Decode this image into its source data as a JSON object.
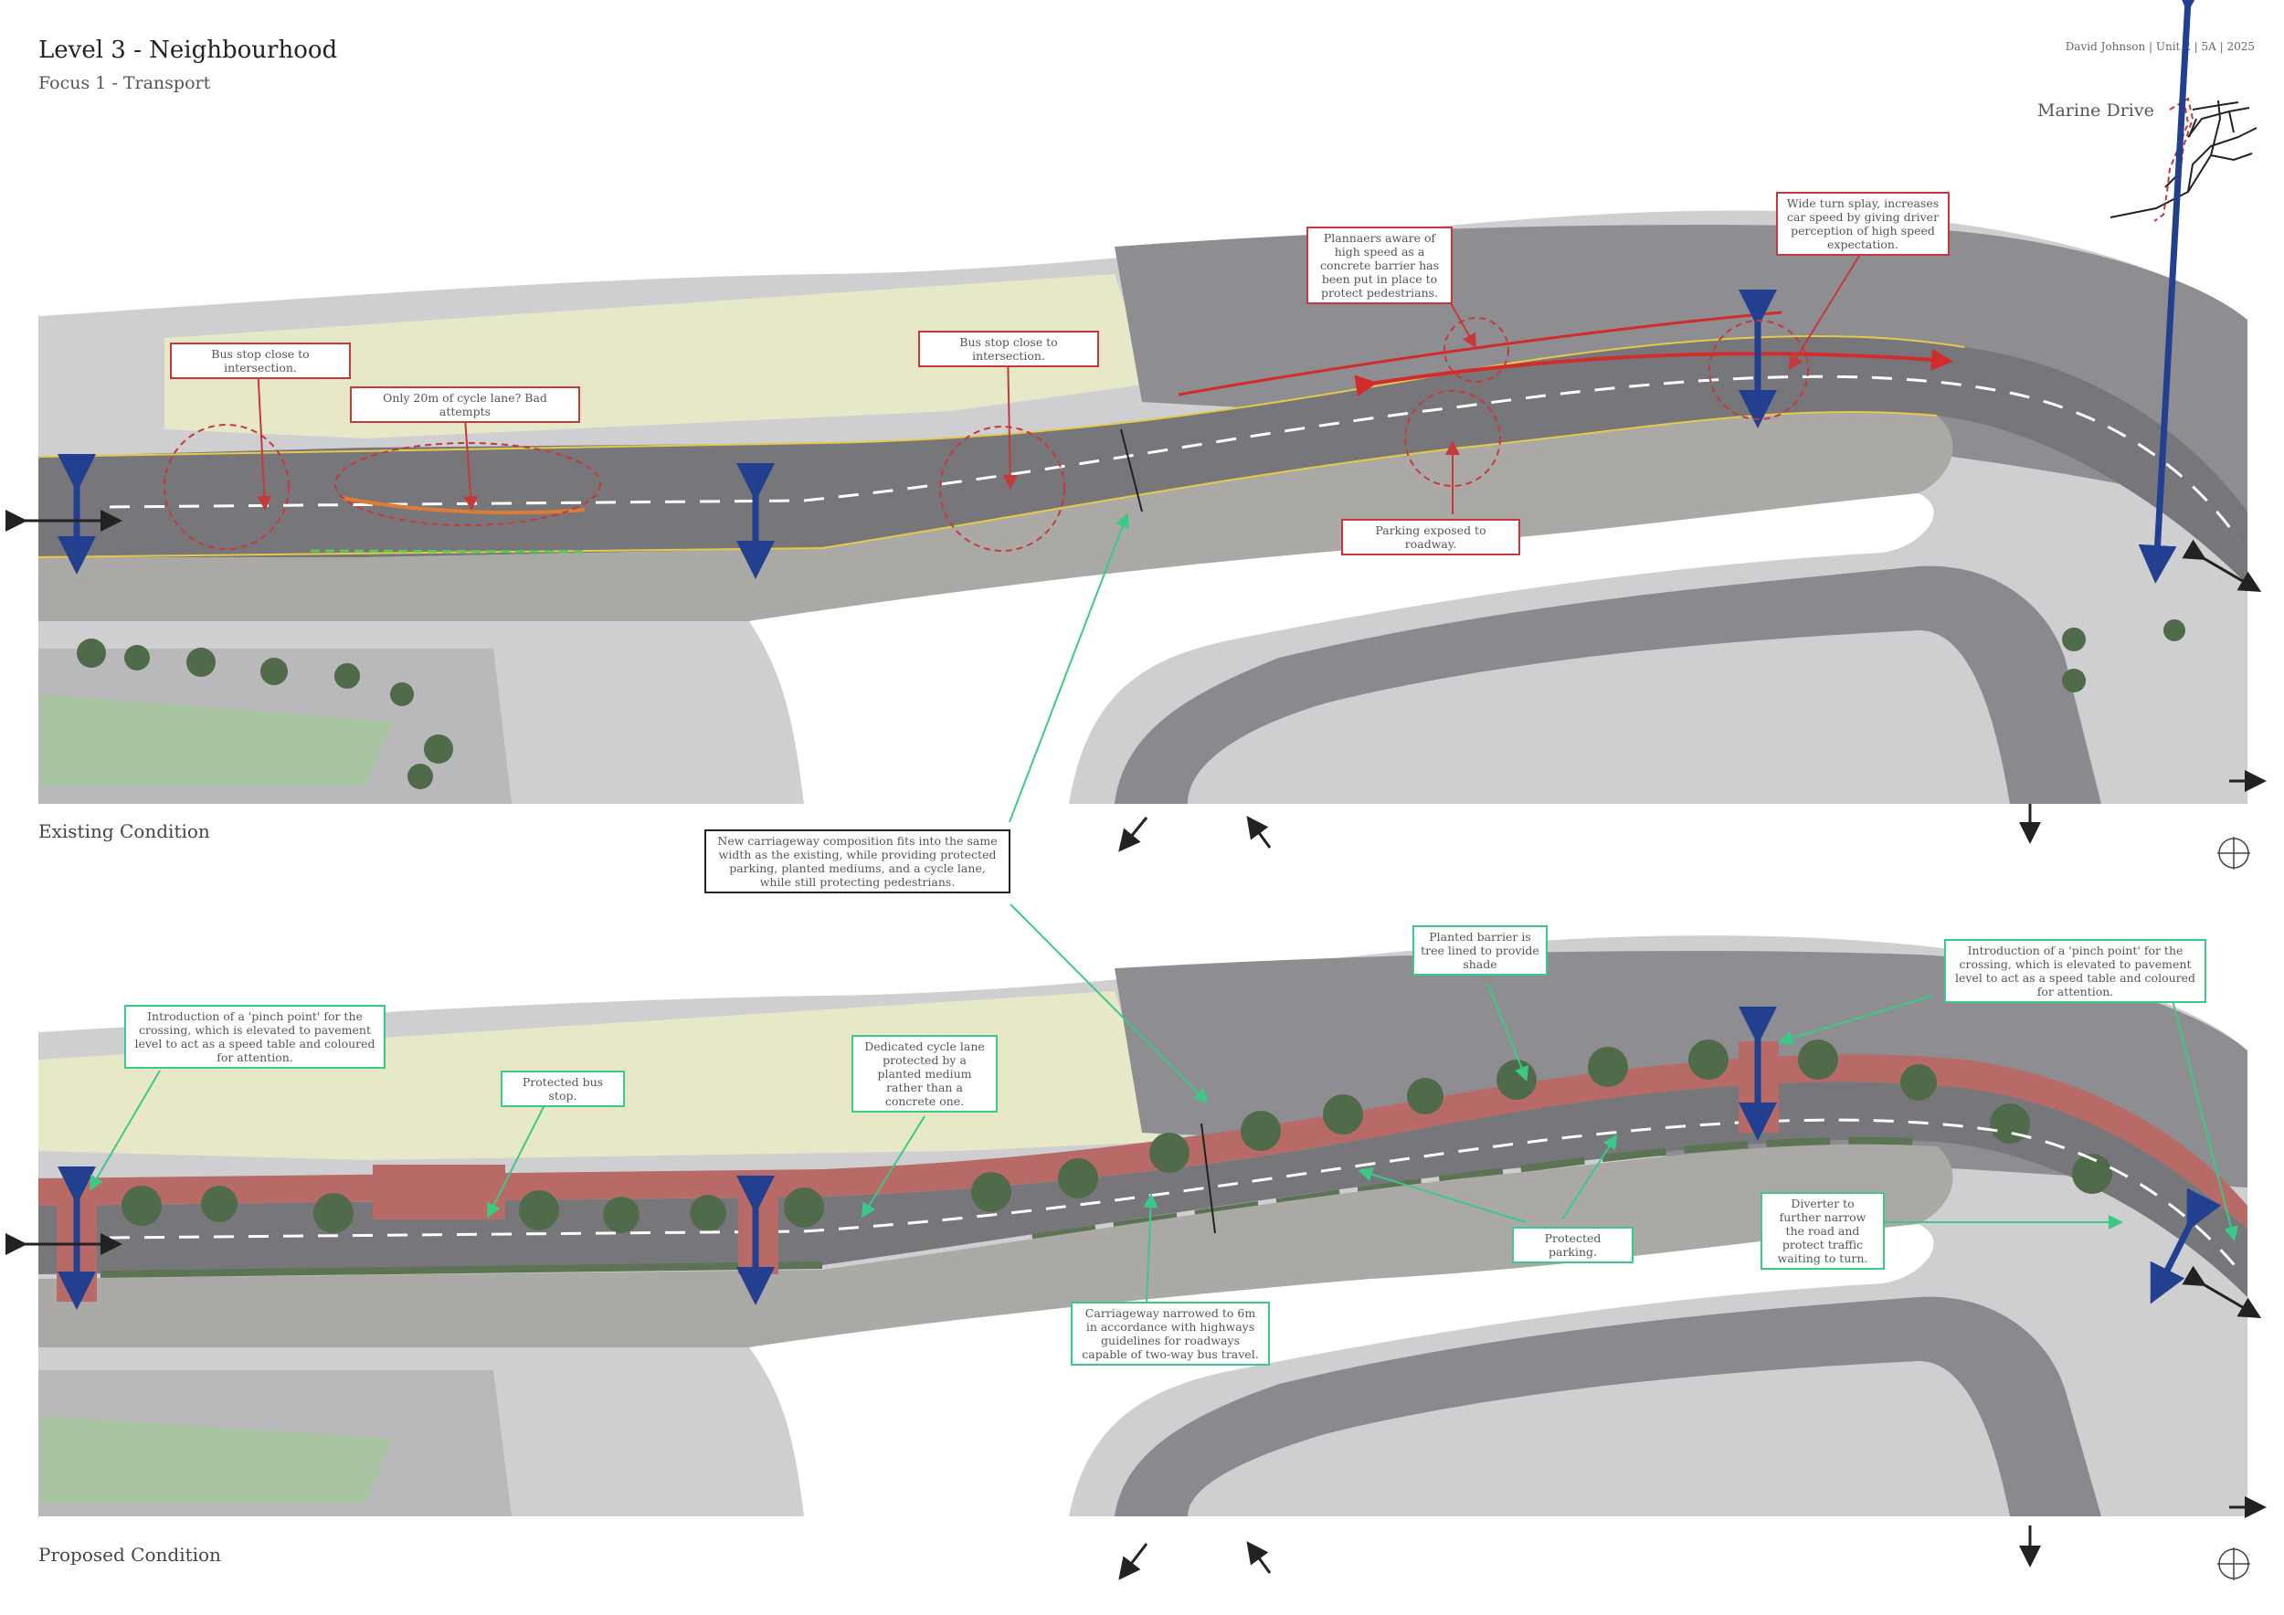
{
  "header": {
    "title": "Level 3 - Neighbourhood",
    "subtitle": "Focus 1 - Transport",
    "credits": "David Johnson  |  Unit 2  |  5A  |  2025"
  },
  "minimap": {
    "label": "Marine Drive"
  },
  "plans": {
    "existing_label": "Existing Condition",
    "proposed_label": "Proposed Condition"
  },
  "annotations_existing": {
    "bus_stop_1": "Bus stop close to intersection.",
    "cycle_lane": "Only 20m of cycle lane? Bad attempts",
    "bus_stop_2": "Bus stop close to intersection.",
    "concrete_barrier": "Plannaers aware of high speed as a concrete barrier has been put in place to protect pedestrians.",
    "turn_splay": "Wide turn splay, increases car speed by giving driver perception of high speed expectation.",
    "parking_exposed": "Parking exposed to roadway."
  },
  "annotation_summary": "New carriageway composition fits into the same width as the existing, while providing protected parking, planted mediums, and a cycle lane, while still protecting pedestrians.",
  "annotations_proposed": {
    "pinch_point_left": "Introduction of a 'pinch point' for the crossing, which is elevated to pavement level to act as a speed table and coloured for attention.",
    "protected_bus_stop": "Protected bus stop.",
    "cycle_lane": "Dedicated cycle lane protected by a planted medium rather than a concrete one.",
    "planted_barrier": "Planted barrier is tree lined to provide shade",
    "pinch_point_right": "Introduction of a 'pinch point' for the crossing, which is elevated to pavement level to act as a speed table and coloured for attention.",
    "carriageway_narrowed": "Carriageway narrowed to 6m in accordance with highways guidelines for roadways capable of two-way bus travel.",
    "protected_parking": "Protected parking.",
    "diverter": "Diverter to further narrow the road and protect traffic waiting to turn."
  },
  "colors": {
    "road": "#77777b",
    "pavement": "#a3a3a6",
    "grass": "#e6e8c7",
    "red_note": "#c43a3a",
    "green_note": "#3cc987",
    "crossing_arrow": "#233f8f",
    "cycle_lane": "#b86a66"
  }
}
